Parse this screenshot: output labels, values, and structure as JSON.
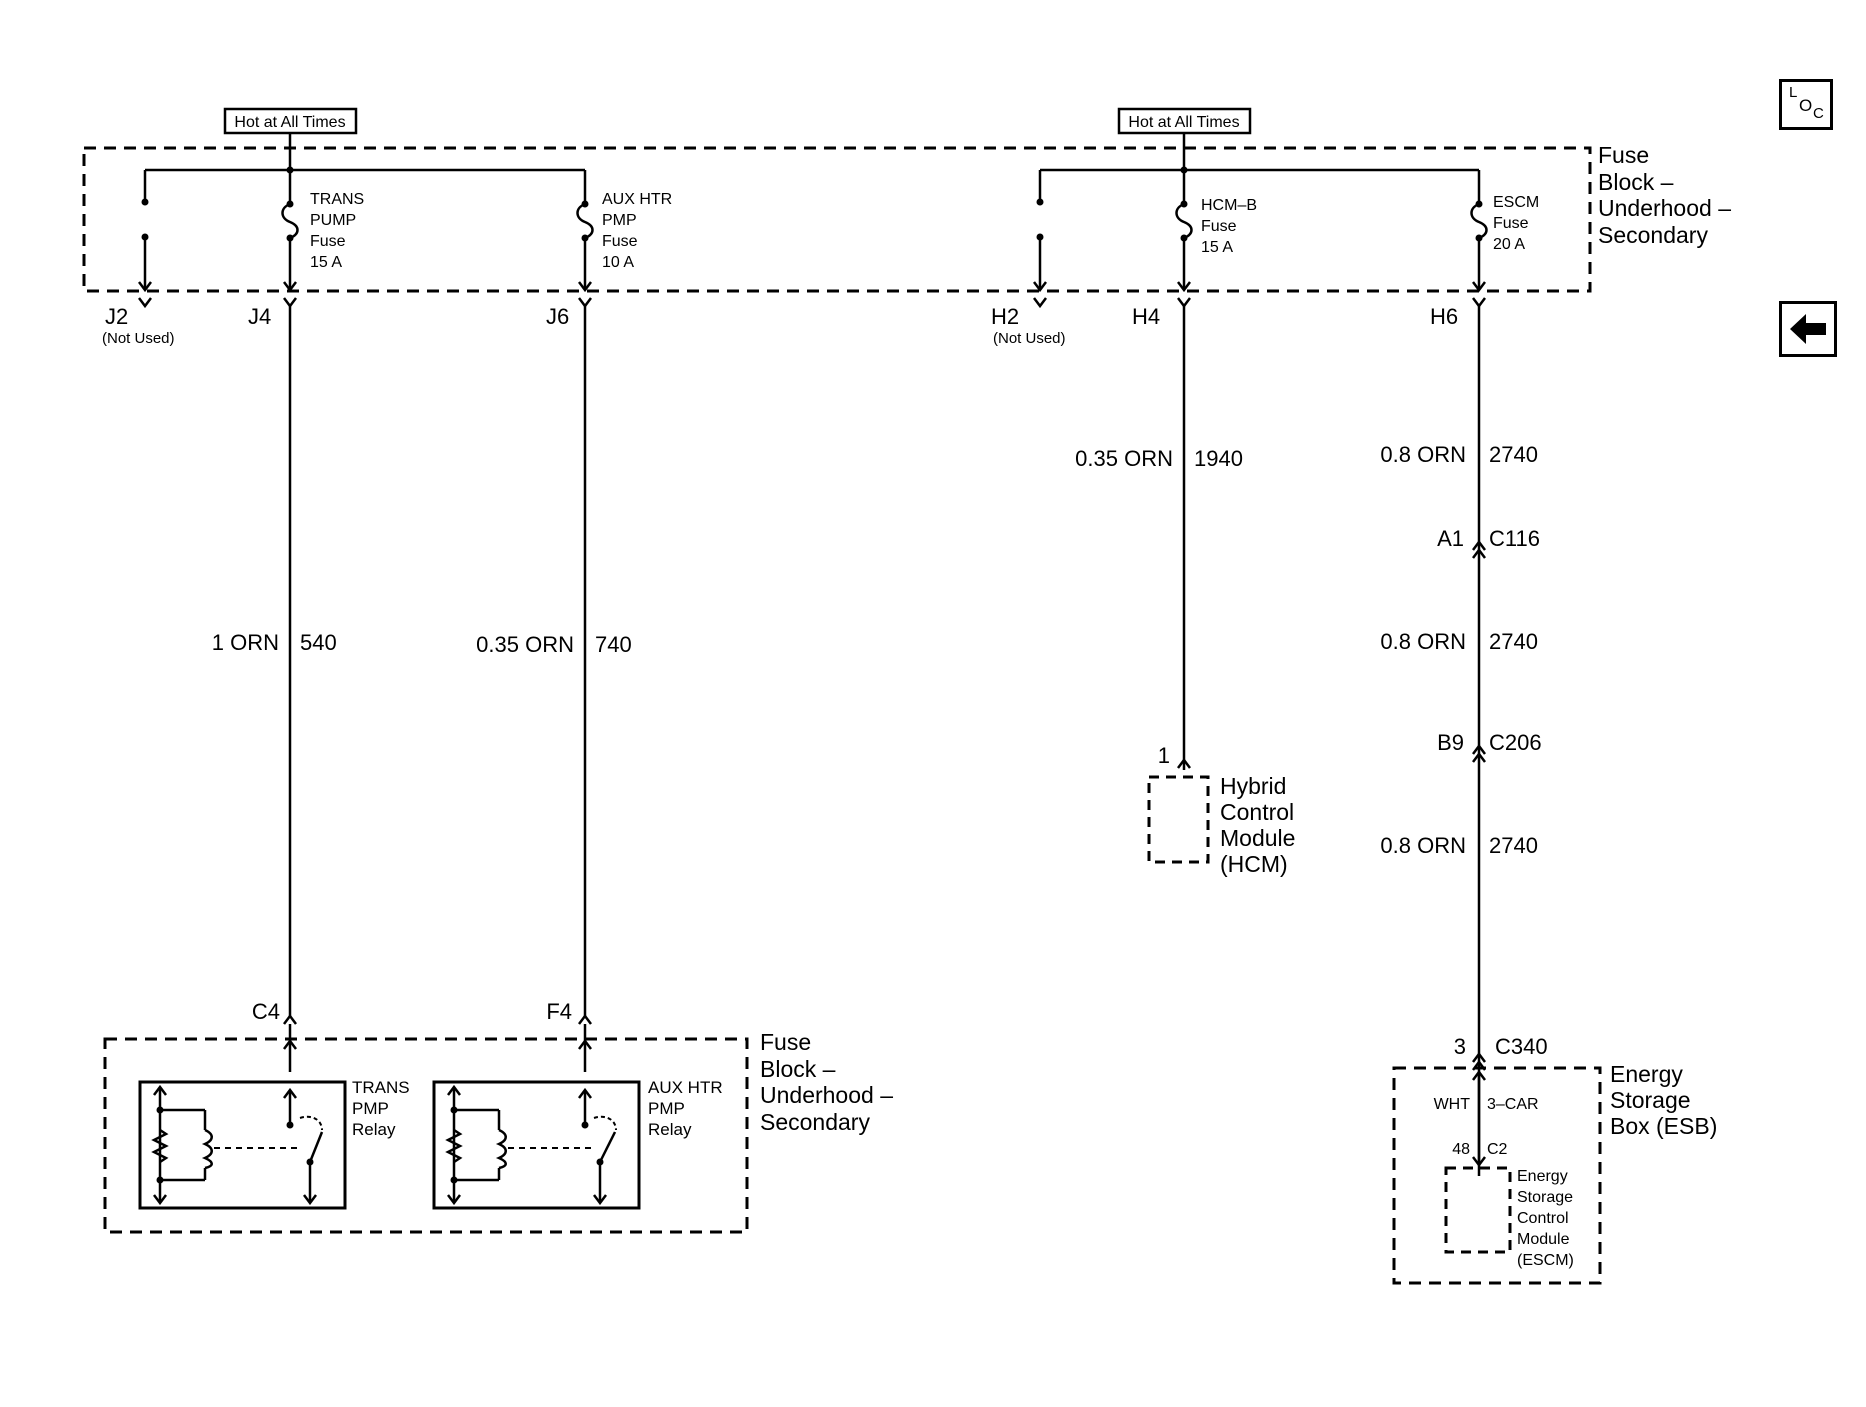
{
  "hot_labels": [
    "Hot at All Times",
    "Hot at All Times"
  ],
  "fuse_block_label": [
    "Fuse",
    "Block –",
    "Underhood –",
    "Secondary"
  ],
  "fuses": [
    {
      "lines": [
        "TRANS",
        "PUMP",
        "Fuse",
        "15 A"
      ]
    },
    {
      "lines": [
        "AUX HTR",
        "PMP",
        "Fuse",
        "10 A"
      ]
    },
    {
      "lines": [
        "HCM–B",
        "Fuse",
        "15 A"
      ]
    },
    {
      "lines": [
        "ESCM",
        "Fuse",
        "20 A"
      ]
    }
  ],
  "pins": {
    "j2": "J2",
    "j2_note": "(Not Used)",
    "j4": "J4",
    "j6": "J6",
    "h2": "H2",
    "h2_note": "(Not Used)",
    "h4": "H4",
    "h6": "H6"
  },
  "wires": {
    "trans": {
      "wire": "1 ORN",
      "circuit": "540"
    },
    "aux": {
      "wire": "0.35 ORN",
      "circuit": "740"
    },
    "hcm": {
      "wire": "0.35 ORN",
      "circuit": "1940"
    },
    "esb_1": {
      "wire": "0.8 ORN",
      "circuit": "2740"
    },
    "esb_2": {
      "wire": "0.8 ORN",
      "circuit": "2740"
    },
    "esb_3": {
      "wire": "0.8 ORN",
      "circuit": "2740"
    }
  },
  "connectors": {
    "c116": {
      "pin": "A1",
      "name": "C116"
    },
    "c206": {
      "pin": "B9",
      "name": "C206"
    },
    "c340": {
      "pin": "3",
      "name": "C340"
    },
    "c4": "C4",
    "f4": "F4",
    "hcm_pin": "1"
  },
  "hcm_label": [
    "Hybrid",
    "Control",
    "Module",
    "(HCM)"
  ],
  "relays": [
    {
      "lines": [
        "TRANS",
        "PMP",
        "Relay"
      ]
    },
    {
      "lines": [
        "AUX HTR",
        "PMP",
        "Relay"
      ]
    }
  ],
  "bottom_block_label": [
    "Fuse",
    "Block –",
    "Underhood –",
    "Secondary"
  ],
  "esb_label": [
    "Energy",
    "Storage",
    "Box (ESB)"
  ],
  "esb_internal": {
    "wire": "WHT",
    "circuit": "3–CAR",
    "pin": "48",
    "connector": "C2"
  },
  "escm_label": [
    "Energy",
    "Storage",
    "Control",
    "Module",
    "(ESCM)"
  ],
  "nav": {
    "loc_top": "L",
    "loc_mid": "O",
    "loc_bottom": "C",
    "back_icon": "left-arrow-icon"
  }
}
